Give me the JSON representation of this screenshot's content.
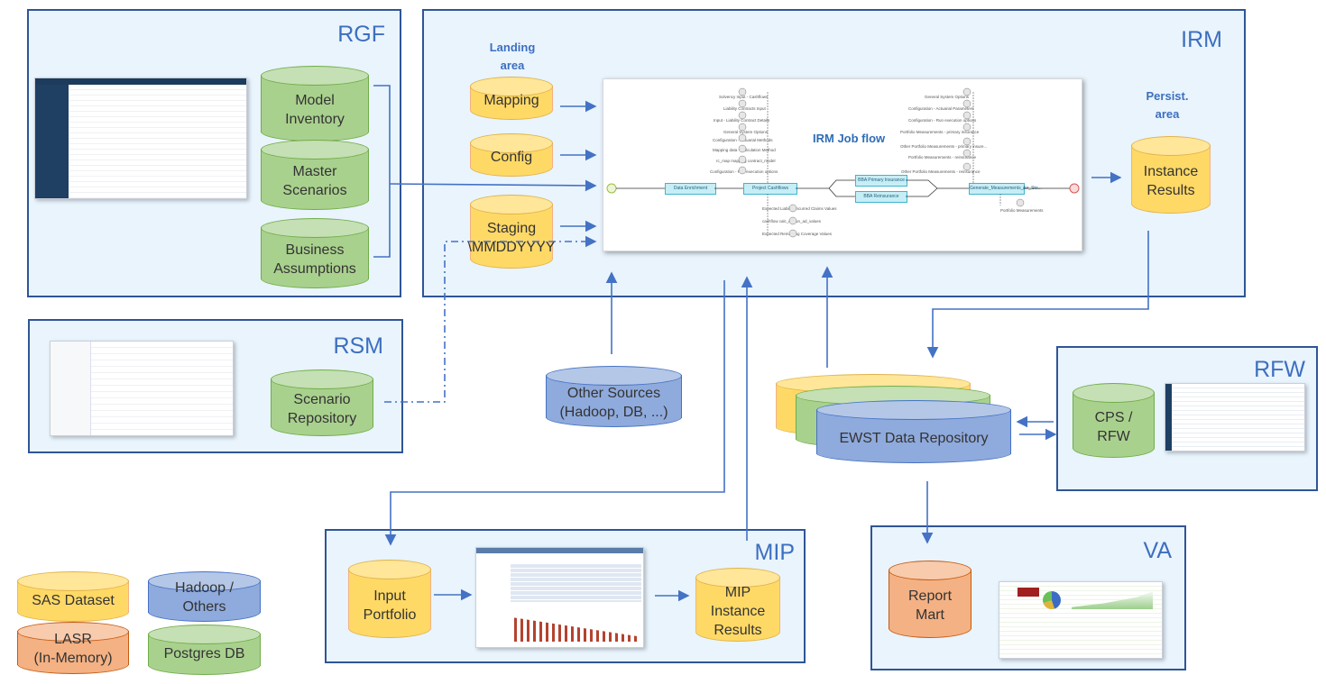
{
  "panels": {
    "rgf": "RGF",
    "irm": "IRM",
    "rsm": "RSM",
    "rfw": "RFW",
    "mip": "MIP",
    "va": "VA"
  },
  "labels": {
    "landing_area": "Landing\narea",
    "persist_area": "Persist.\narea",
    "irm_job_flow": "IRM Job flow"
  },
  "cylinders": {
    "model_inventory": "Model\nInventory",
    "master_scenarios": "Master\nScenarios",
    "business_assumptions": "Business\nAssumptions",
    "mapping": "Mapping",
    "config": "Config",
    "staging": "Staging\n\\MMDDYYYY",
    "instance_results": "Instance\nResults",
    "scenario_repository": "Scenario\nRepository",
    "other_sources": "Other Sources\n(Hadoop, DB, ...)",
    "ewst_data_repository": "EWST Data Repository",
    "cps_rfw": "CPS /\nRFW",
    "input_portfolio": "Input\nPortfolio",
    "mip_instance_results": "MIP\nInstance\nResults",
    "report_mart": "Report\nMart"
  },
  "legend": {
    "sas_dataset": "SAS Dataset",
    "hadoop_others": "Hadoop /\nOthers",
    "lasr": "LASR\n(In-Memory)",
    "postgres_db": "Postgres DB"
  },
  "flow_nodes": {
    "data_enrichment": "Data Enrichment",
    "project_cashflows": "Project Cashflows",
    "bba_primary": "BBA Primary Insurance",
    "bba_reinsurance": "BBA Reinsurance",
    "generate_measurements": "Generate_Measurements_for_Sto..."
  },
  "flow_inputs_left": [
    "Solvency Input - Cashflows",
    "Liability Contracts Input",
    "Input - Liability Contract Details",
    "General System Options",
    "Configuration - Actuarial Methods",
    "Mapping data - Calculation Method",
    "rc_map mapping contract_model",
    "Configuration - Run execution options"
  ],
  "flow_inputs_right": [
    "General System Options",
    "Configuration - Actuarial Parameters",
    "Configuration - Run execution options",
    "Portfolio Measurements - primary insurance",
    "Other Portfolio Measurements - primary insure...",
    "Portfolio Measurements - reinsurance",
    "Other Portfolio Measurements - reinsurance"
  ],
  "flow_outputs_left": [
    "Expected Liability Incurred Claims Values",
    "cashflow calc_rc_run_ad_values",
    "Expected Remaining Coverage Values"
  ],
  "flow_outputs_right": [
    "Portfolio Measurements"
  ],
  "colors": {
    "panel_bg": "#e9f4fd",
    "panel_border": "#2f5597",
    "arrow": "#4472c4",
    "title": "#3d6fbf",
    "sas_dataset": "#ffd966",
    "hadoop": "#8faadc",
    "lasr": "#f4b183",
    "postgres": "#a9d18e"
  }
}
